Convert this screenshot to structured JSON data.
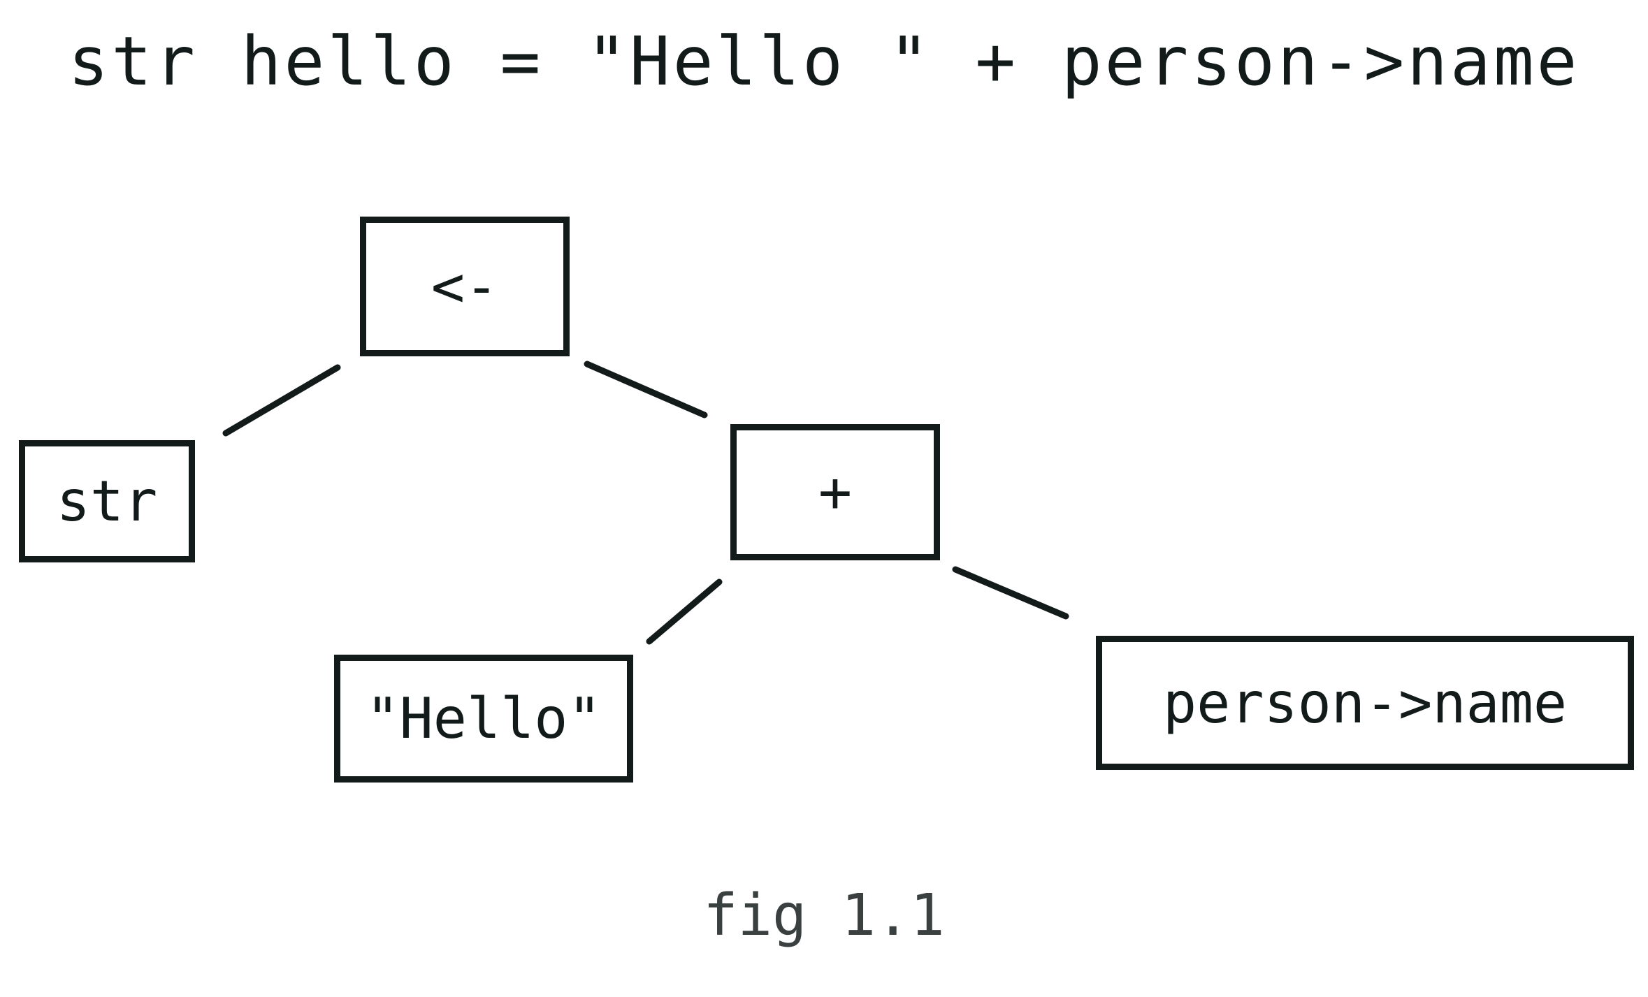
{
  "heading": "str hello = \"Hello \" + person->name",
  "nodes": {
    "assign": "<-",
    "str": "str",
    "plus": "+",
    "hello": "\"Hello\"",
    "person": "person->name"
  },
  "caption": "fig 1.1",
  "colors": {
    "ink": "#121a1a",
    "caption": "#3a4040",
    "background": "#ffffff"
  }
}
